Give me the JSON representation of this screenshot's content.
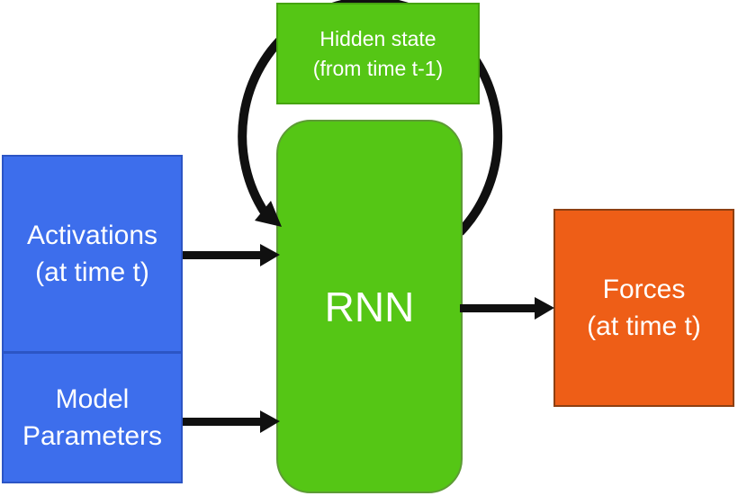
{
  "diagram": {
    "type": "flow-diagram",
    "background": "#ffffff",
    "arrow_color": "#101010",
    "text_color": "#ffffff",
    "nodes": {
      "hidden_state": {
        "lines": [
          "Hidden state",
          "(from time t-1)"
        ],
        "fill": "#55C615",
        "shape": "rectangle"
      },
      "rnn": {
        "label": "RNN",
        "fill": "#55C615",
        "shape": "rounded-rectangle"
      },
      "activations": {
        "lines": [
          "Activations",
          "(at time t)"
        ],
        "fill": "#3D6EEC",
        "shape": "rectangle"
      },
      "model_parameters": {
        "lines": [
          "Model",
          "Parameters"
        ],
        "fill": "#3D6EEC",
        "shape": "rectangle"
      },
      "forces": {
        "lines": [
          "Forces",
          "(at time t)"
        ],
        "fill": "#EE5E17",
        "shape": "rectangle"
      }
    },
    "edges": [
      {
        "name": "recurrent-loop",
        "from": "rnn",
        "to": "rnn",
        "via": "hidden_state",
        "style": "curved-arrow"
      },
      {
        "name": "activations-to-rnn",
        "from": "activations",
        "to": "rnn",
        "style": "straight-arrow"
      },
      {
        "name": "model-parameters-to-rnn",
        "from": "model_parameters",
        "to": "rnn",
        "style": "straight-arrow"
      },
      {
        "name": "rnn-to-forces",
        "from": "rnn",
        "to": "forces",
        "style": "straight-arrow"
      }
    ]
  }
}
